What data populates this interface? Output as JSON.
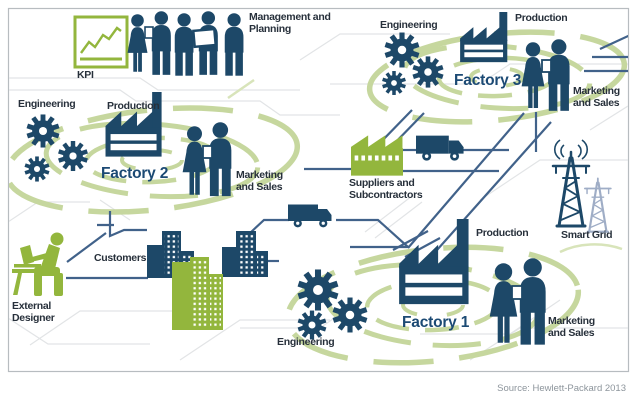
{
  "meta": {
    "source_note": "Source: Hewlett-Packard 2013"
  },
  "palette": {
    "navy_icon": "#1d4868",
    "bright_green": "#93b63d",
    "swirl_green": "#c6d79e",
    "connector_slate": "#41628a",
    "label_text": "#27303b",
    "factory_name_text": "#1c4a74",
    "muted_tower": "#9fadc6",
    "frame_gray": "#b7bcc0",
    "source_text": "#8d959c"
  },
  "nodes": {
    "kpi": {
      "label": "KPI"
    },
    "management": {
      "label_line1": "Management and",
      "label_line2": "Planning"
    },
    "factory3": {
      "name": "Factory 3",
      "engineering": "Engineering",
      "production": "Production",
      "marketing_line1": "Marketing",
      "marketing_line2": "and Sales"
    },
    "factory2": {
      "name": "Factory 2",
      "engineering": "Engineering",
      "production": "Production",
      "marketing_line1": "Marketing",
      "marketing_line2": "and Sales"
    },
    "factory1": {
      "name": "Factory 1",
      "engineering": "Engineering",
      "production": "Production",
      "marketing_line1": "Marketing",
      "marketing_line2": "and Sales"
    },
    "suppliers": {
      "label_line1": "Suppliers and",
      "label_line2": "Subcontractors"
    },
    "customers": {
      "label": "Customers"
    },
    "external_designer": {
      "label_line1": "External",
      "label_line2": "Designer"
    },
    "smart_grid": {
      "label": "Smart Grid"
    }
  }
}
